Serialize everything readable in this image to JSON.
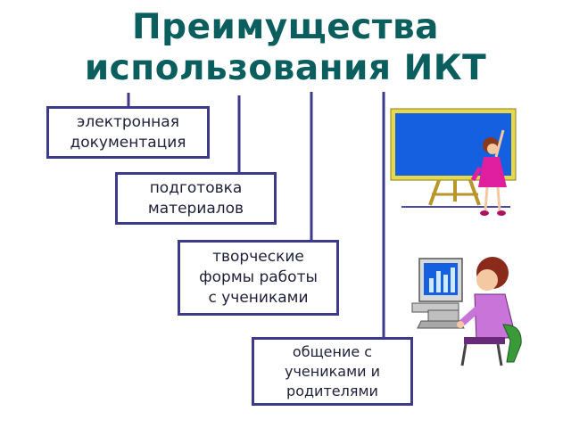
{
  "title": {
    "line1": "Преимущества",
    "line2": "использования ИКТ"
  },
  "items": [
    {
      "text": "электронная\nдокументация"
    },
    {
      "text": "подготовка\nматериалов"
    },
    {
      "text": "творческие\nформы работы\nс учениками"
    },
    {
      "text": "общение с\nучениками и\nродителями"
    }
  ],
  "colors": {
    "title": "#0b5e5e",
    "box_border": "#3d3a8c",
    "connector": "#3d3a8c",
    "board": "#1560e0",
    "board_frame": "#e8d84a"
  },
  "illustrations": [
    {
      "icon": "girl-at-chalkboard-icon"
    },
    {
      "icon": "woman-at-computer-icon"
    }
  ]
}
